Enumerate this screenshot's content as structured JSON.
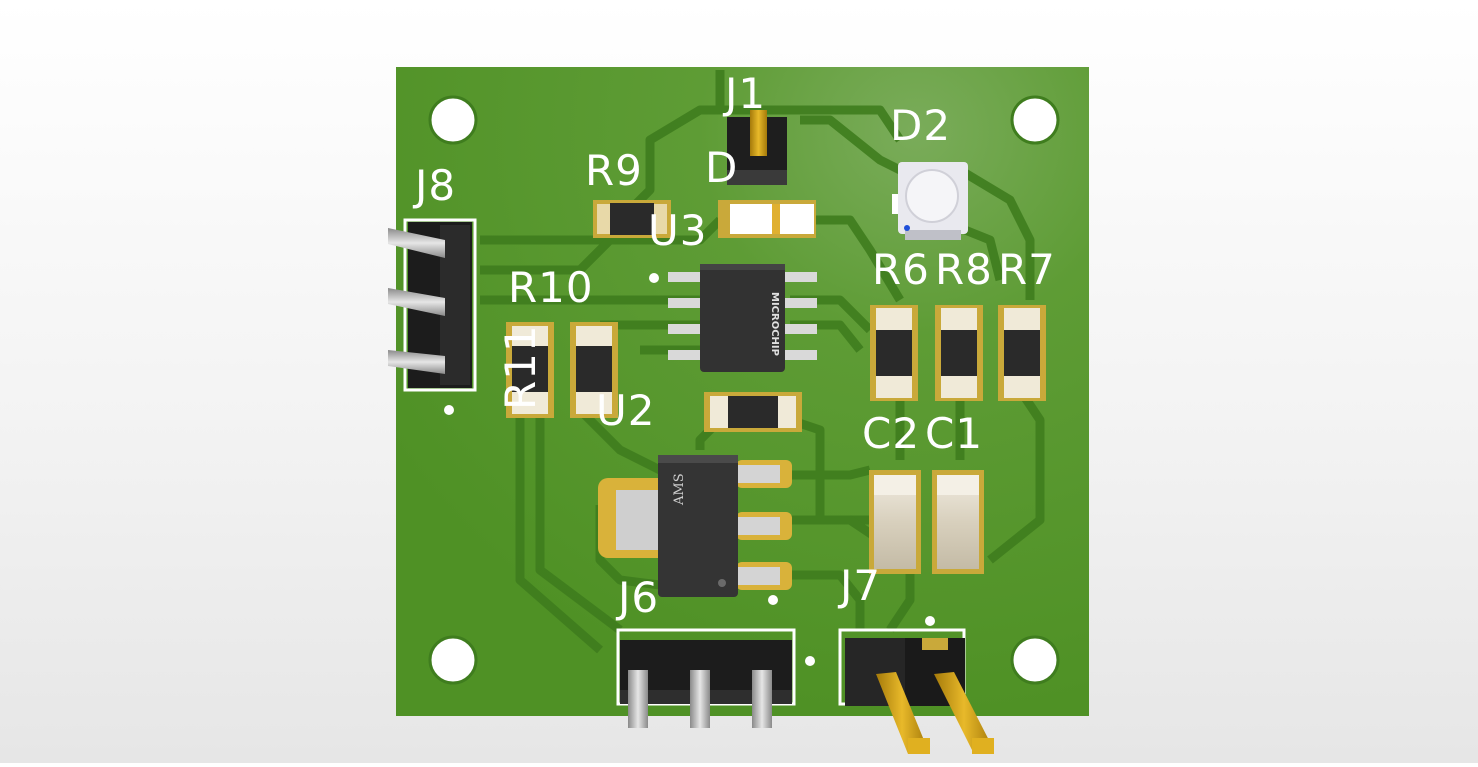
{
  "board": {
    "pcb_color": "#5a9a32",
    "trace_color": "#4a8a25",
    "silkscreen_color": "#ffffff"
  },
  "designators": {
    "j1": "J1",
    "d2": "D2",
    "d1": "D",
    "r9": "R9",
    "j8": "J8",
    "u3": "U3",
    "r10": "R10",
    "r6": "R6",
    "r8": "R8",
    "r7": "R7",
    "r11": "R11",
    "u2": "U2",
    "c2": "C2",
    "c1": "C1",
    "j6": "J6",
    "j7": "J7"
  },
  "chips": {
    "u3_marking": "MICROCHIP",
    "u2_marking": "AMS"
  }
}
